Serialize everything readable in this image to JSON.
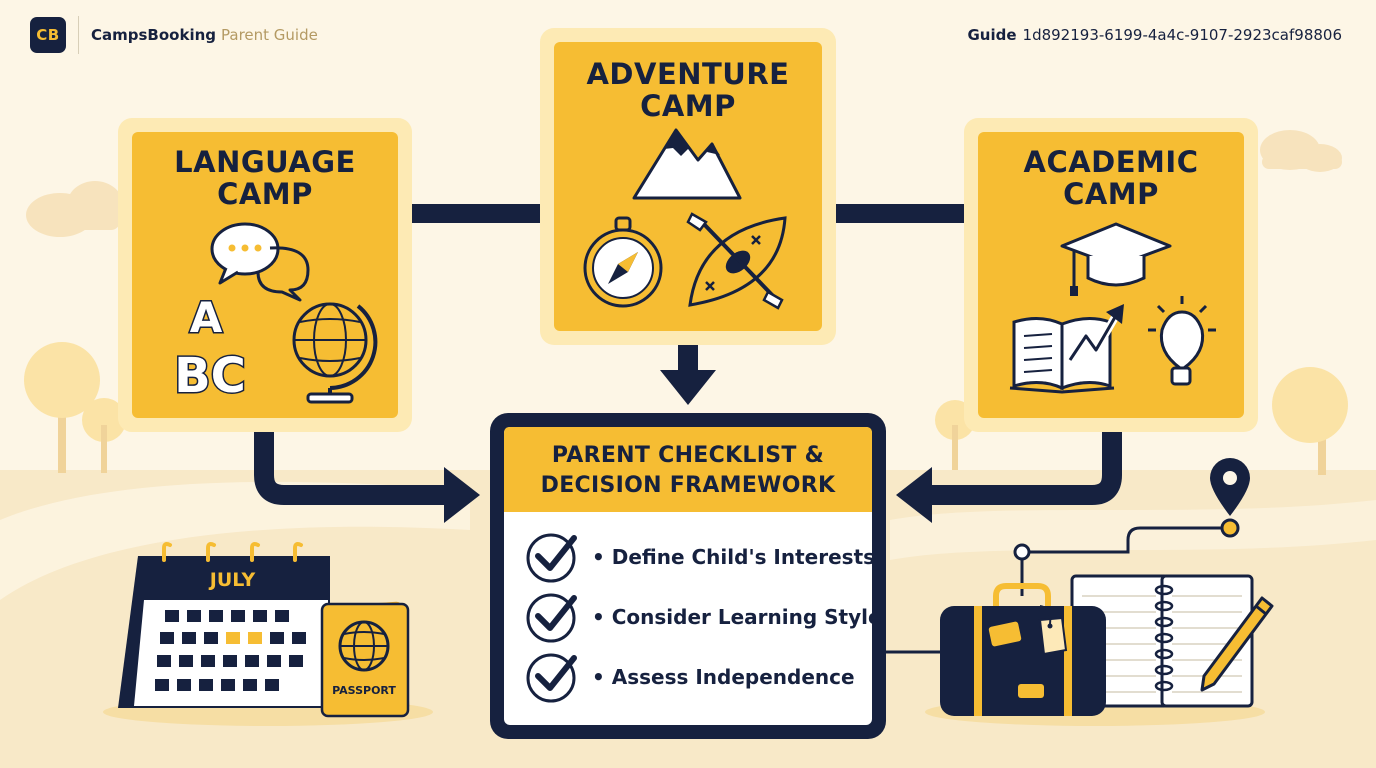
{
  "header": {
    "logo_text": "CB",
    "brand_name": "CampsBooking",
    "brand_suffix": "Parent Guide",
    "guide_label": "Guide",
    "guide_id": "1d892193-6199-4a4c-9107-2923caf98806"
  },
  "camps": {
    "language": {
      "line1": "LANGUAGE",
      "line2": "CAMP",
      "letters_a": "A",
      "letters_bc": "BC"
    },
    "adventure": {
      "line1": "ADVENTURE",
      "line2": "CAMP"
    },
    "academic": {
      "line1": "ACADEMIC",
      "line2": "CAMP"
    }
  },
  "checklist": {
    "title_line1": "PARENT CHECKLIST &",
    "title_line2": "DECISION FRAMEWORK",
    "items": [
      {
        "text": "• Define Child's Interests"
      },
      {
        "text": "• Consider Learning Style"
      },
      {
        "text": "• Assess Independence"
      }
    ]
  },
  "calendar": {
    "month": "JULY"
  },
  "passport": {
    "label": "PASSPORT"
  },
  "colors": {
    "navy": "#16213f",
    "gold": "#f6bd33",
    "cream": "#fdf6e6",
    "sand": "#f8e9c8",
    "pale_gold": "#fbe3a6"
  },
  "icons": [
    "speech-bubbles-icon",
    "globe-icon",
    "mountain-icon",
    "compass-icon",
    "kayak-icon",
    "graduation-cap-icon",
    "open-book-icon",
    "growth-arrow-icon",
    "lightbulb-icon",
    "check-icon",
    "calendar-icon",
    "passport-icon",
    "map-pin-icon",
    "suitcase-icon",
    "notebook-icon",
    "pencil-icon",
    "tree-icon"
  ]
}
